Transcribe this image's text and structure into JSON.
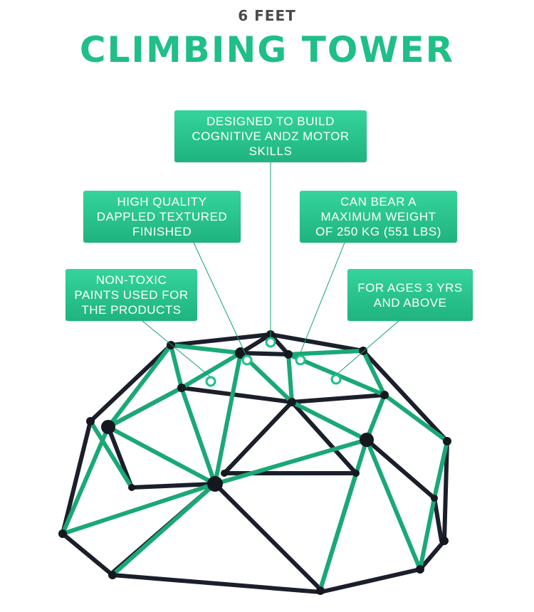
{
  "header": {
    "subtitle": "6 FEET",
    "title": "CLIMBING TOWER"
  },
  "callouts": {
    "cognitive": "DESIGNED TO BUILD\nCOGNITIVE ANDZ MOTOR\nSKILLS",
    "quality": "HIGH QUALITY\nDAPPLED TEXTURED\nFINISHED",
    "weight": "CAN BEAR A\nMAXIMUM WEIGHT\nOF 250 KG (551 LBS)",
    "nontoxic": "NON-TOXIC\nPAINTS USED FOR\nTHE PRODUCTS",
    "ages": "FOR AGES 3 YRS\nAND ABOVE"
  },
  "colors": {
    "accent": "#1fbf87",
    "bar_green": "#1aa877",
    "bar_dark": "#1b1f2b",
    "connector": "#14a272"
  },
  "image": {
    "subject": "geodesic dome climbing frame"
  }
}
